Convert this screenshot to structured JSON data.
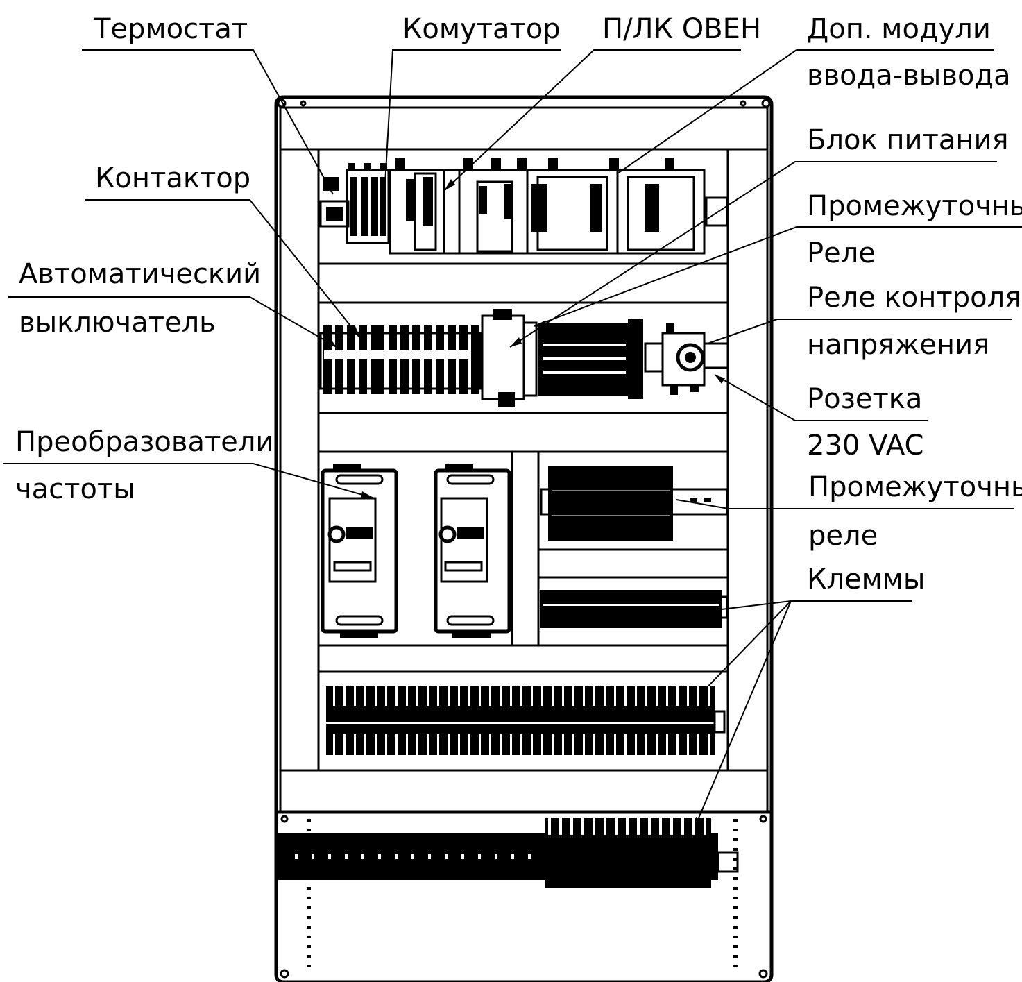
{
  "labels": {
    "thermostat": "Термостат",
    "switch": "Комутатор",
    "plc": "П/ЛК ОВЕН",
    "io_modules_1": "Доп. модули",
    "io_modules_2": "ввода-вывода",
    "power_supply": "Блок питания",
    "contactor": "Контактор",
    "intermediate_relays_1": "Промежуточные",
    "intermediate_relays_2": "Реле",
    "voltage_relay_1": "Реле контроля",
    "voltage_relay_2": "напряжения",
    "breaker_1": "Автоматический",
    "breaker_2": "выключатель",
    "socket_1": "Розетка",
    "socket_2": "230 VAC",
    "vfd_1": "Преобразователи",
    "vfd_2": "частоты",
    "relays2_1": "Промежуточные",
    "relays2_2": "реле",
    "terminals": "Клеммы"
  },
  "colors": {
    "line": "#000000",
    "background": "#ffffff"
  }
}
